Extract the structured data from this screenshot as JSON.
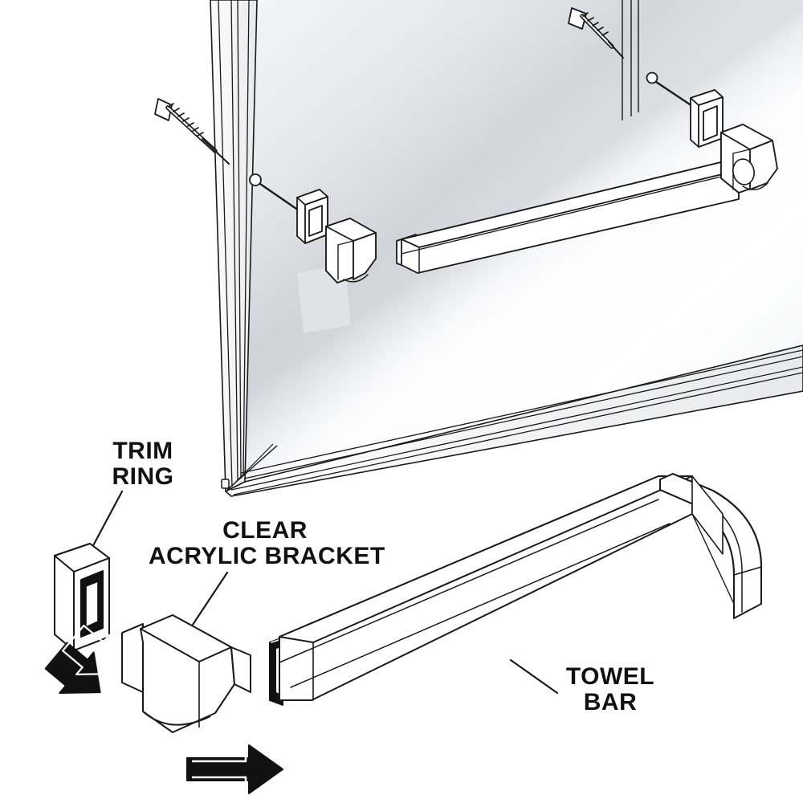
{
  "diagram": {
    "title": "Towel bar mounting assembly exploded diagram",
    "subject": "framed mirror with towel bar hardware",
    "style": "black and white line drawing, isometric exploded view",
    "background_color": "#ffffff",
    "line_color": "#1a1a1a",
    "arrow_color": "#111111",
    "glass_tint": "#e9ebee"
  },
  "labels": {
    "trim_ring": "TRIM\nRING",
    "clear_acrylic_bracket": "CLEAR\nACRYLIC BRACKET",
    "towel_bar": "TOWEL\nBAR"
  },
  "parts": [
    {
      "name": "trim-ring",
      "label": "TRIM RING",
      "count": 2,
      "description": "hollow rectangular escutcheon ring"
    },
    {
      "name": "clear-acrylic-bracket",
      "label": "CLEAR ACRYLIC BRACKET",
      "count": 2,
      "description": "wedge shaped post bracket"
    },
    {
      "name": "towel-bar",
      "label": "TOWEL BAR",
      "count": 1,
      "description": "long square channel bar with open C profile ends"
    },
    {
      "name": "mounting-screw",
      "label": "",
      "count": 2,
      "description": "flat head wood screw with threads"
    },
    {
      "name": "mirror",
      "label": "",
      "count": 1,
      "description": "rectangular framed mirror with mitered frame"
    }
  ],
  "assembly_arrows": [
    {
      "name": "trim-ring-arrow",
      "direction": "down-right",
      "meaning": "slide trim ring onto bracket"
    },
    {
      "name": "bracket-arrow",
      "direction": "right",
      "meaning": "slide towel bar onto bracket"
    }
  ]
}
